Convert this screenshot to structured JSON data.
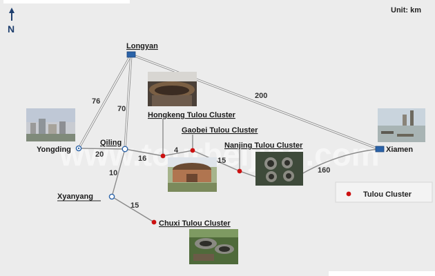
{
  "unit_label": "Unit: km",
  "north_label": "N",
  "watermark": "www.tourbeijing.com",
  "cities": {
    "longyan": "Longyan",
    "xiamen": "Xiamen",
    "yongding": "Yongding",
    "qiling": "Qiling",
    "xyanyang": "Xyanyang"
  },
  "sites": {
    "hongkeng": "Hongkeng Tulou Cluster",
    "gaobei": "Gaobei Tulou Cluster",
    "nanjing": "Nanjing Tulou Cluster",
    "chuxi": "Chuxi Tulou Cluster"
  },
  "distances": {
    "longyan_yongding": "76",
    "longyan_qiling": "70",
    "longyan_xiamen": "200",
    "yongding_qiling": "20",
    "qiling_hongkeng": "16",
    "hongkeng_gaobei": "4",
    "gaobei_nanjing": "15",
    "nanjing_xiamen": "160",
    "qiling_xyanyang": "10",
    "xyanyang_chuxi": "15"
  },
  "legend": {
    "label": "Tulou Cluster"
  },
  "colors": {
    "background": "#ececec",
    "road": "#8a8a8a",
    "city_marker": "#2a62a8",
    "tulou_marker": "#cc1111"
  }
}
